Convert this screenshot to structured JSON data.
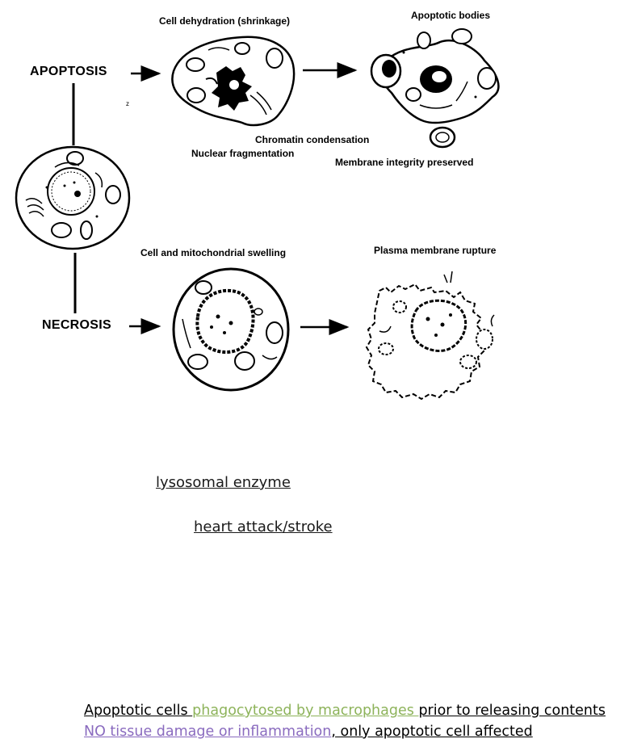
{
  "diagram": {
    "apoptosis_label": "APOPTOSIS",
    "necrosis_label": "NECROSIS",
    "apoptosis_step1_label": "Cell dehydration (shrinkage)",
    "apoptosis_step2_label": "Apoptotic bodies",
    "chromatin_label": "Chromatin condensation",
    "nuclear_label": "Nuclear fragmentation",
    "membrane_preserved_label": "Membrane integrity preserved",
    "necrosis_step1_label": "Cell and mitochondrial swelling",
    "necrosis_step2_label": "Plasma membrane rupture",
    "stray_mark": "z"
  },
  "notes": {
    "note1": "lysosomal enzyme",
    "note2": "heart attack/stroke"
  },
  "footer": {
    "line1_part1": "Apoptotic cells ",
    "line1_part2": "phagocytosed by macrophages ",
    "line1_part3": "prior to releasing contents",
    "line2_part1": "NO tissue damage or inflammation",
    "line2_part2": ", only apoptotic cell affected",
    "colors": {
      "green": "#8db35a",
      "purple": "#8a6bbf",
      "black": "#000000"
    }
  }
}
